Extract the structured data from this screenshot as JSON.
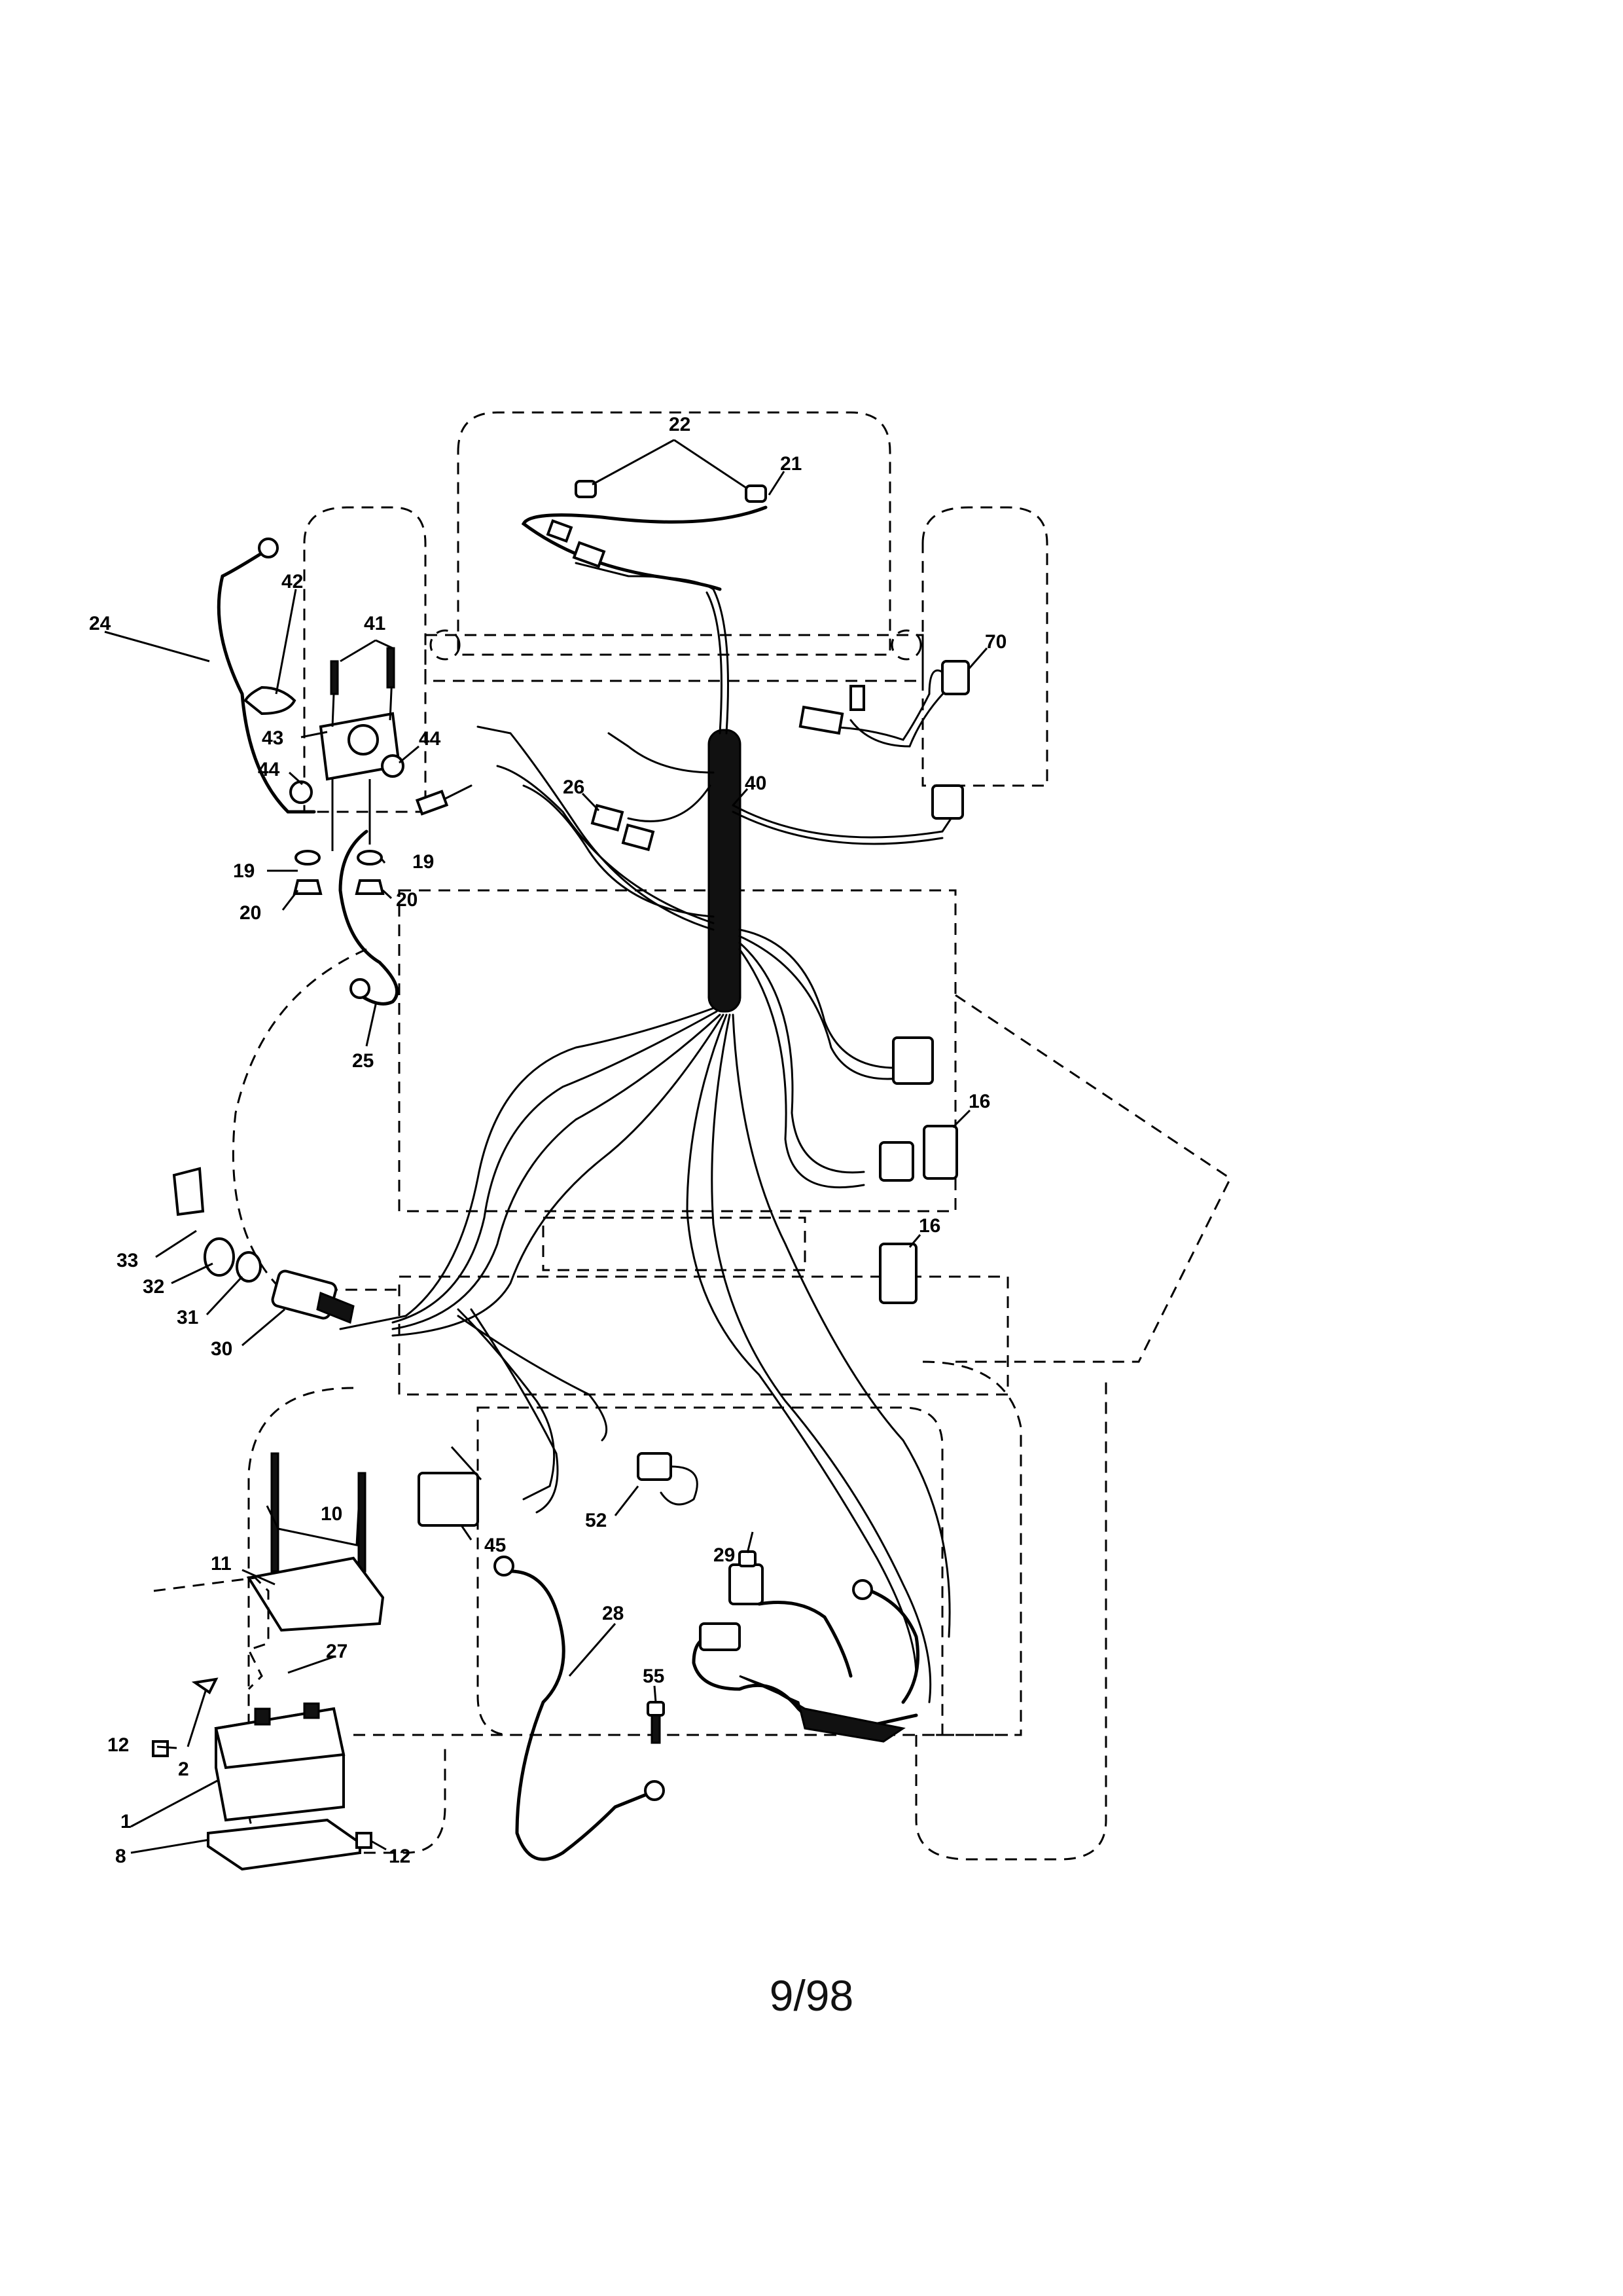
{
  "callouts": {
    "c22": "22",
    "c21": "21",
    "c70": "70",
    "c40": "40",
    "c26": "26",
    "c24": "24",
    "c42": "42",
    "c41": "41",
    "c43": "43",
    "c44a": "44",
    "c44b": "44",
    "c19a": "19",
    "c19b": "19",
    "c20a": "20",
    "c20b": "20",
    "c25": "25",
    "c16a": "16",
    "c16b": "16",
    "c33": "33",
    "c32": "32",
    "c31": "31",
    "c30": "30",
    "c10": "10",
    "c11": "11",
    "c45": "45",
    "c52": "52",
    "c29": "29",
    "c28": "28",
    "c27": "27",
    "c55": "55",
    "c12a": "12",
    "c12b": "12",
    "c2": "2",
    "c1": "1",
    "c8": "8"
  },
  "footer": {
    "page_code": "9/98"
  }
}
